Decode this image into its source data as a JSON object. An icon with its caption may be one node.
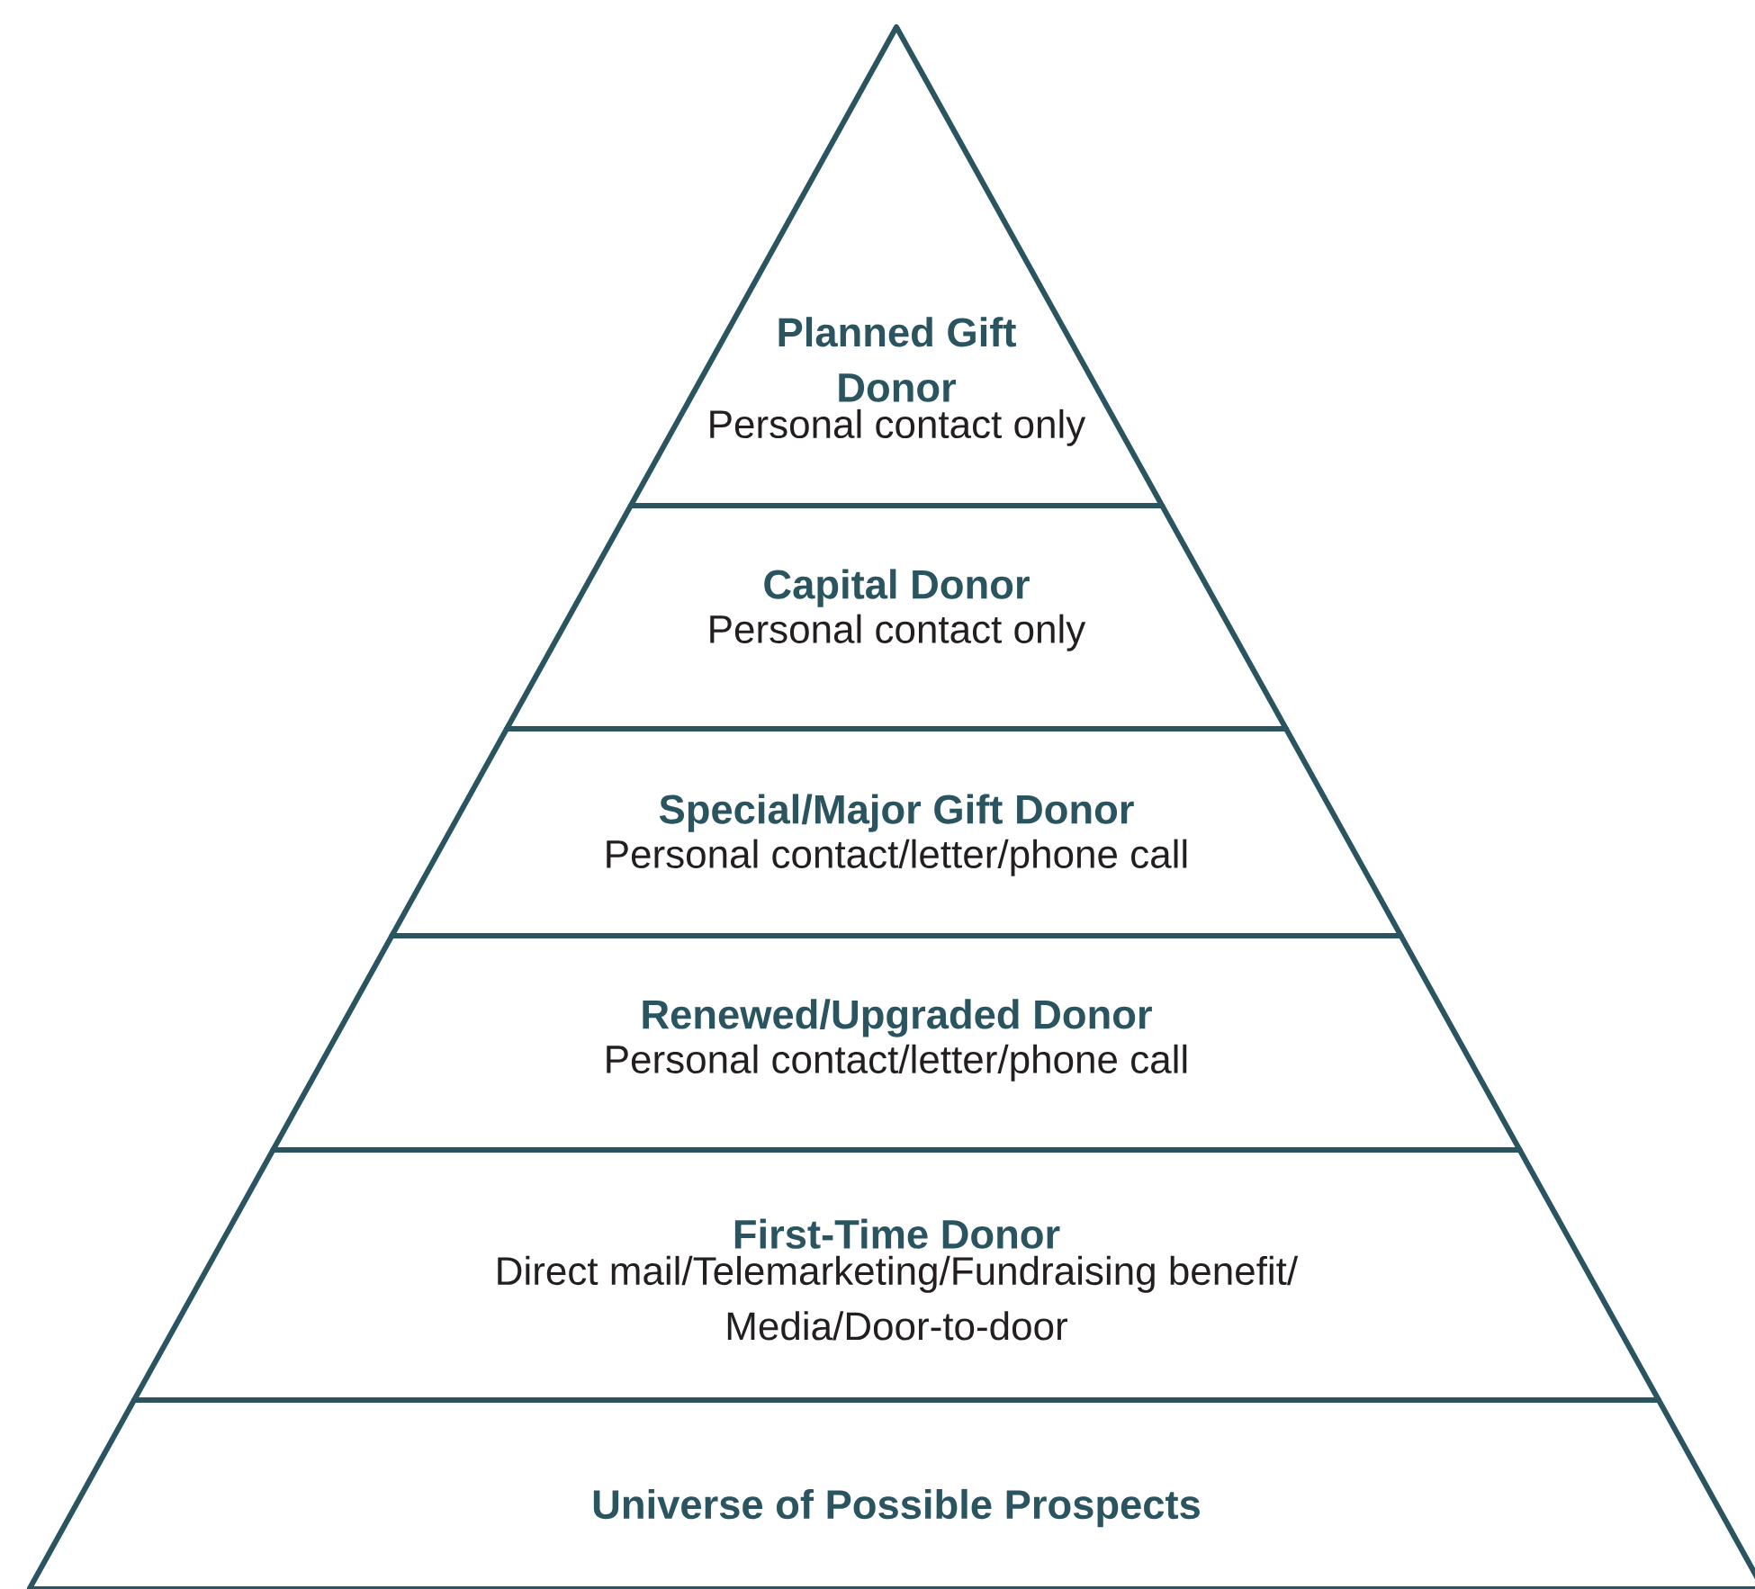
{
  "diagram": {
    "nodes": [
      {
        "text": [
          "Planned Gift Donor",
          "Personal contact only"
        ]
      },
      {
        "text": [
          "Capital Donor",
          "Personal contact only"
        ]
      },
      {
        "text": [
          "Special/Major Gift Donor",
          "Personal contact/letter/phone call"
        ]
      },
      {
        "text": [
          "Renewed/Upgraded Donor",
          "Personal contact/letter/phone call"
        ]
      },
      {
        "text": [
          "First-Time Donor",
          "Direct mail/Telemarketing/Fundraising benefit/ Media/Door-to-door"
        ]
      },
      {
        "text": [
          "Universe of Possible Prospects"
        ]
      }
    ],
    "edges": []
  }
}
